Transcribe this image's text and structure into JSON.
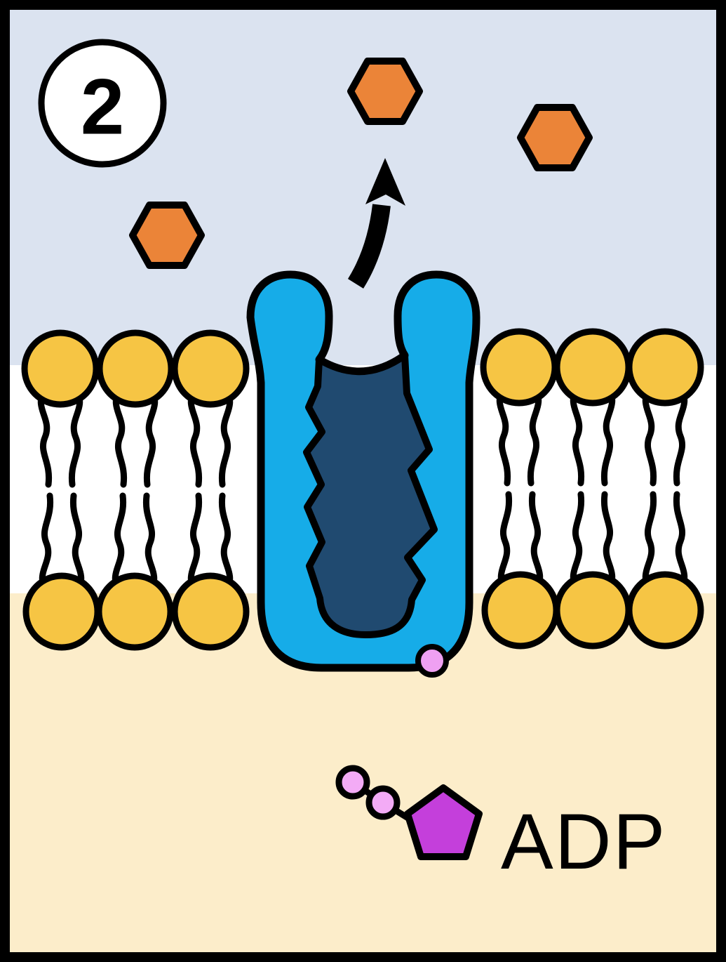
{
  "diagram": {
    "step_badge": {
      "label": "2"
    },
    "adp": {
      "label": "ADP"
    },
    "substrate_hexagon_count": 3,
    "regions": {
      "extracellular": {
        "color": "#dbe3f0"
      },
      "membrane": {
        "color": "#ffffff"
      },
      "intracellular": {
        "color": "#fcedca"
      }
    },
    "colors": {
      "outline": "#000000",
      "lipid_head": "#f6c544",
      "transport_protein": "#16ace8",
      "protein_cavity": "#204a70",
      "substrate": "#eb8438",
      "phosphate": "#efa0f2",
      "adp_phosphate": "#f3abf6",
      "adp_pentagon": "#c43fdb",
      "badge_fill": "#ffffff",
      "arrow": "#000000"
    }
  }
}
